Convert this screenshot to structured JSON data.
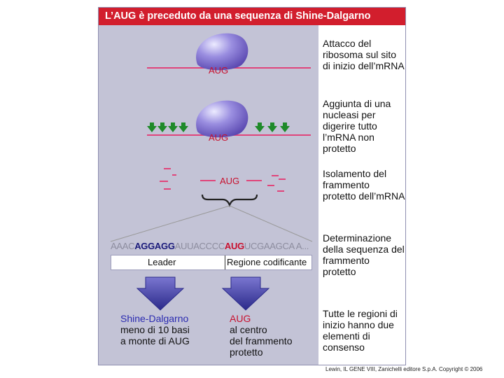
{
  "title": "L’AUG è preceduto da una sequenza di Shine-Dalgarno",
  "steps": [
    "Attacco del ribosoma sul sito di inizio dell’mRNA",
    "Aggiunta di una nucleasi per digerire tutto l’mRNA non protetto",
    "Isolamento del frammento protetto dell’mRNA",
    "Determinazione della sequenza del frammento protetto",
    "Tutte le regioni di inizio hanno due elementi di consenso"
  ],
  "diagram": {
    "codon_label_1": "AUG",
    "codon_label_2": "AUG",
    "codon_label_3": "AUG"
  },
  "sequence": {
    "part1": "AAAC",
    "shine_dalgarno": "AGGAGG",
    "part2": "AUUACCCC",
    "start_codon": "AUG",
    "part3": "UCGAAGCA A..."
  },
  "regions": {
    "leader": "Leader",
    "coding": "Regione codificante"
  },
  "conclusions": {
    "left_line1": "Shine-Dalgarno",
    "left_line2": "meno di 10 basi",
    "left_line3": "a monte di AUG",
    "right_line1": "AUG",
    "right_line2": "al centro",
    "right_line3": "del frammento",
    "right_line4": "protetto"
  },
  "credit": "Lewin, IL GENE VIII, Zanichelli editore S.p.A. Copyright © 2006",
  "colors": {
    "title_bg": "#d21e2d",
    "panel_bg": "#c3c3d6",
    "mrna": "#e0457b",
    "ribosome": "#8e7fd6",
    "nuclease": "#1f8a2a",
    "arrow": "#3a35a0",
    "shine_dalgarno_text": "#2a2ab0",
    "aug_text": "#c8102e"
  }
}
